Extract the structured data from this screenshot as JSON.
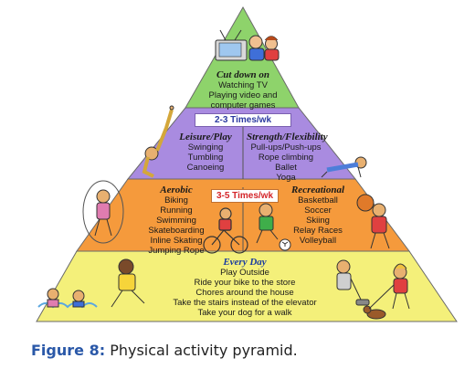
{
  "top": {
    "title": "Cut down on",
    "items": [
      "Watching TV",
      "Playing video and",
      "computer games"
    ]
  },
  "banner_upper": "2-3 Times/wk",
  "leisure": {
    "title": "Leisure/Play",
    "items": [
      "Swinging",
      "Tumbling",
      "Canoeing"
    ]
  },
  "strength": {
    "title": "Strength/Flexibility",
    "items": [
      "Pull-ups/Push-ups",
      "Rope climbing",
      "Ballet",
      "Yoga"
    ]
  },
  "banner_lower": "3-5 Times/wk",
  "aerobic": {
    "title": "Aerobic",
    "items": [
      "Biking",
      "Running",
      "Swimming",
      "Skateboarding",
      "Inline Skating",
      "Jumping Rope"
    ]
  },
  "recreational": {
    "title": "Recreational",
    "items": [
      "Basketball",
      "Soccer",
      "Skiing",
      "Relay Races",
      "Volleyball"
    ]
  },
  "everyday": {
    "title": "Every Day",
    "items": [
      "Play Outside",
      "Ride your bike to the store",
      "Chores around the house",
      "Take the stairs instead of the elevator",
      "Take your dog for a walk"
    ]
  },
  "caption": {
    "label": "Figure 8:",
    "text": " Physical activity pyramid."
  },
  "colors": {
    "top_tier": "#8ed36b",
    "upper_tier": "#a98be0",
    "middle_tier": "#f59a3c",
    "bottom_tier": "#f4f07a",
    "outline": "#6a6a6a",
    "title_upper": "#1a1a1a",
    "title_everyday": "#1a3ca0",
    "banner_upper_text": "#2b3aa0",
    "banner_lower_text": "#d4252a",
    "caption_label": "#2a58a8"
  }
}
